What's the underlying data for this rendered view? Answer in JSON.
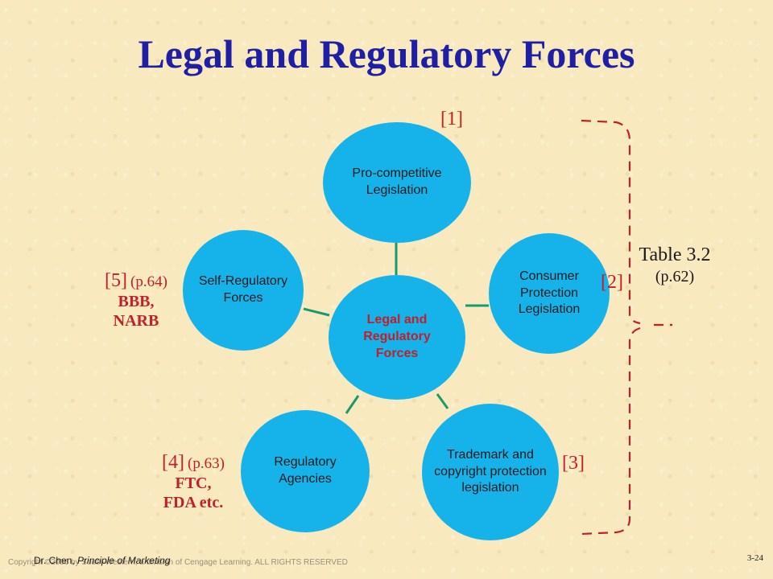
{
  "slide": {
    "title": "Legal and Regulatory Forces",
    "colors": {
      "title": "#1f1fa6",
      "node_fill": "#15b3ea",
      "connector": "#1a9a6c",
      "accent_red": "#c0202a"
    }
  },
  "diagram": {
    "center": "Legal and Regulatory Forces",
    "nodes": [
      {
        "id": "pro",
        "text": "Pro-competitive Legislation"
      },
      {
        "id": "consumer",
        "text": "Consumer Protection Legislation"
      },
      {
        "id": "trademark",
        "text": "Trademark and copyright protection legislation"
      },
      {
        "id": "agencies",
        "text": "Regulatory Agencies"
      },
      {
        "id": "self",
        "text": "Self-Regulatory Forces"
      }
    ]
  },
  "annotations": {
    "a1": "[1]",
    "a2": "[2]",
    "a3": "[3]",
    "a4": {
      "num": "[4]",
      "page": "(p.63)",
      "line1": "FTC,",
      "line2": "FDA etc."
    },
    "a5": {
      "num": "[5]",
      "page": "(p.64)",
      "line1": "BBB,",
      "line2": "NARB"
    },
    "table_ref": {
      "line1": "Table 3.2",
      "line2": "(p.62)"
    }
  },
  "footer": {
    "copyright": "Copyright ©2006 by South-Western, a division of Cengage Learning. ALL RIGHTS RESERVED",
    "author": "Dr. Chen,",
    "book": "Principle of Marketing",
    "page": "3-24"
  }
}
